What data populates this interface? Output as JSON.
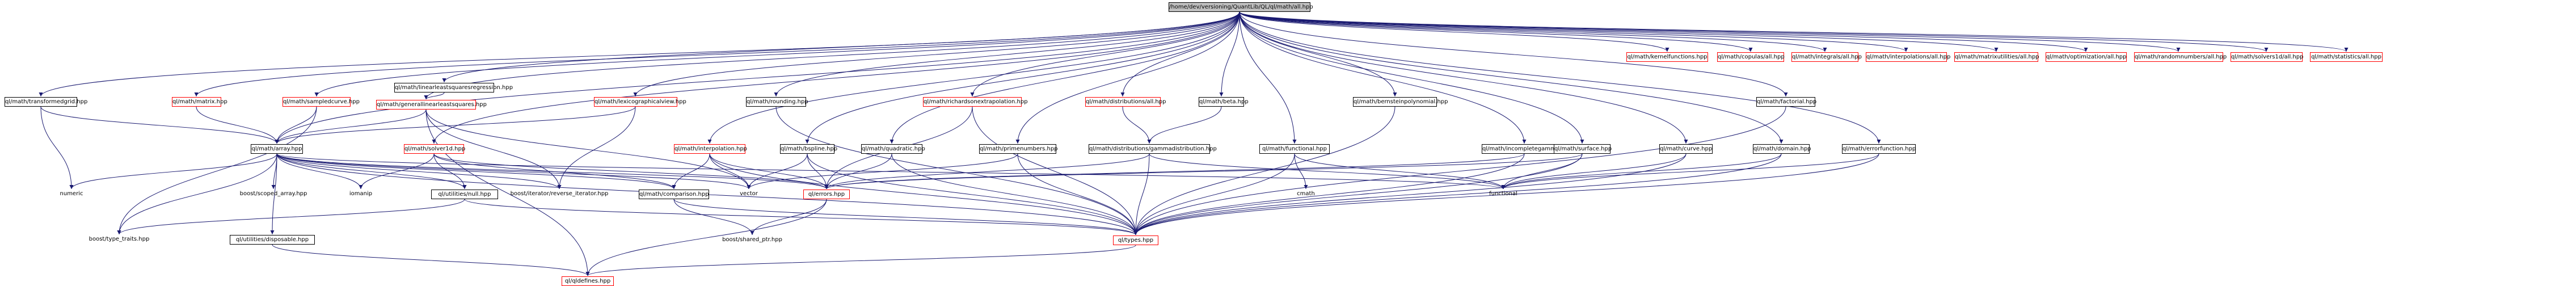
{
  "colors": {
    "edge": "#191970",
    "missing_border": "#ff0000",
    "root_fill": "#bfbfbf",
    "node_border": "#000000"
  },
  "nodes": {
    "root": "/home/dev/versioning/QuantLib/QL/ql/math/all.hpp",
    "transformedgrid": "ql/math/transformedgrid.hpp",
    "matrix": "ql/math/matrix.hpp",
    "sampledcurve": "ql/math/sampledcurve.hpp",
    "linearleastsquares": "ql/math/linearleastsquaresregression.hpp",
    "generallinearleastsquares": "ql/math/generallinearleastsquares.hpp",
    "lexicographicalview": "ql/math/lexicographicalview.hpp",
    "rounding": "ql/math/rounding.hpp",
    "richardson": "ql/math/richardsonextrapolation.hpp",
    "distributions": "ql/math/distributions/all.hpp",
    "beta": "ql/math/beta.hpp",
    "bernstein": "ql/math/bernsteinpolynomial.hpp",
    "factorial": "ql/math/factorial.hpp",
    "kernelfunctions": "ql/math/kernelfunctions.hpp",
    "copulas": "ql/math/copulas/all.hpp",
    "integrals": "ql/math/integrals/all.hpp",
    "interpolations": "ql/math/interpolations/all.hpp",
    "matrixutilities": "ql/math/matrixutilities/all.hpp",
    "optimization": "ql/math/optimization/all.hpp",
    "randomnumbers": "ql/math/randomnumbers/all.hpp",
    "solvers1d": "ql/math/solvers1d/all.hpp",
    "statistics": "ql/math/statistics/all.hpp",
    "array": "ql/math/array.hpp",
    "solver1d": "ql/math/solver1d.hpp",
    "interpolation": "ql/math/interpolation.hpp",
    "bspline": "ql/math/bspline.hpp",
    "quadratic": "ql/math/quadratic.hpp",
    "primenumbers": "ql/math/primenumbers.hpp",
    "gammadistribution": "ql/math/distributions/gammadistribution.hpp",
    "functional": "ql/math/functional.hpp",
    "incompletegamma": "ql/math/incompletegamma.hpp",
    "surface": "ql/math/surface.hpp",
    "curve": "ql/math/curve.hpp",
    "domain": "ql/math/domain.hpp",
    "errorfunction": "ql/math/errorfunction.hpp",
    "null": "ql/utilities/null.hpp",
    "comparison": "ql/math/comparison.hpp",
    "errors": "ql/errors.hpp",
    "disposable": "ql/utilities/disposable.hpp",
    "types": "ql/types.hpp",
    "qldefines": "ql/qldefines.hpp",
    "numeric": "numeric",
    "scoped_array": "boost/scoped_array.hpp",
    "iomanip": "iomanip",
    "reverse_iterator": "boost/iterator/reverse_iterator.hpp",
    "vector": "vector",
    "functional_std": "functional",
    "cmath": "cmath",
    "type_traits": "boost/type_traits.hpp",
    "shared_ptr": "boost/shared_ptr.hpp"
  }
}
